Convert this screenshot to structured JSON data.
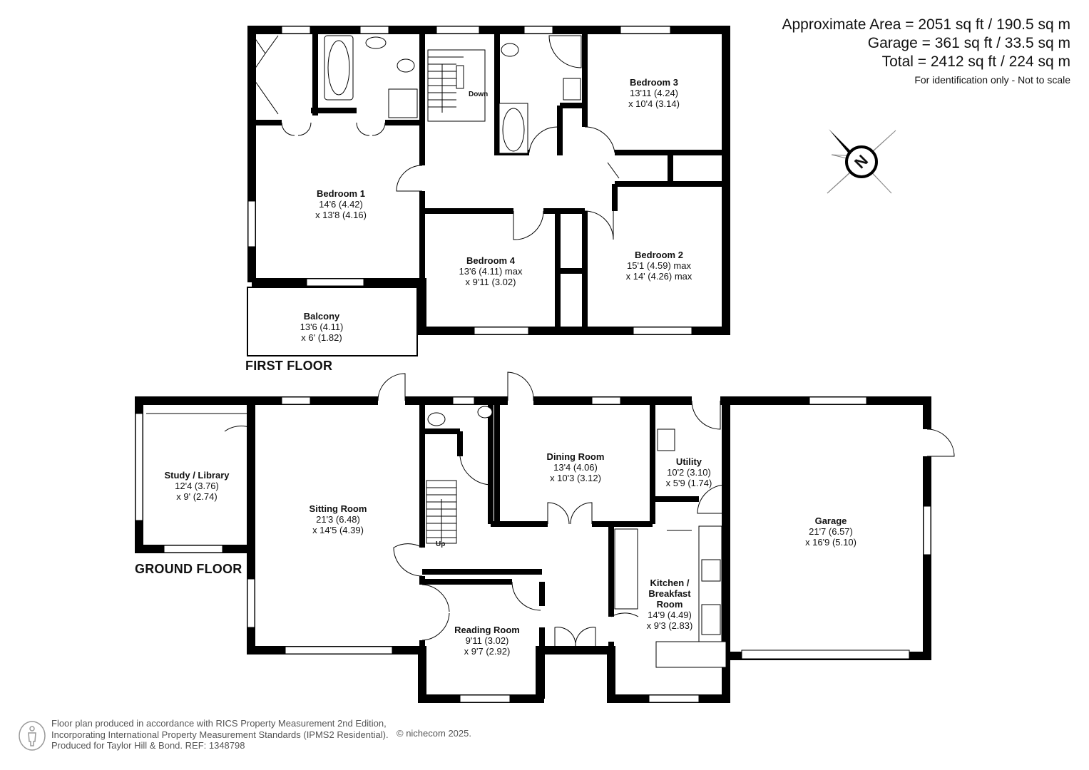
{
  "summary": {
    "approx_area": "Approximate Area = 2051 sq ft / 190.5 sq m",
    "garage": "Garage = 361 sq ft / 33.5 sq m",
    "total": "Total = 2412 sq ft / 224  sq m",
    "note": "For identification only - Not to scale"
  },
  "floors": {
    "first": "FIRST FLOOR",
    "ground": "GROUND FLOOR"
  },
  "stairs": {
    "down": "Down",
    "up": "Up"
  },
  "compass": {
    "label": "N",
    "icon": "compass-icon"
  },
  "rooms": {
    "bedroom1": {
      "name": "Bedroom 1",
      "dim1": "14'6 (4.42)",
      "dim2": "x 13'8 (4.16)"
    },
    "bedroom2": {
      "name": "Bedroom 2",
      "dim1": "15'1 (4.59) max",
      "dim2": "x 14' (4.26) max"
    },
    "bedroom3": {
      "name": "Bedroom 3",
      "dim1": "13'11 (4.24)",
      "dim2": "x 10'4 (3.14)"
    },
    "bedroom4": {
      "name": "Bedroom 4",
      "dim1": "13'6 (4.11) max",
      "dim2": "x 9'11 (3.02)"
    },
    "balcony": {
      "name": "Balcony",
      "dim1": "13'6 (4.11)",
      "dim2": "x 6' (1.82)"
    },
    "study": {
      "name": "Study / Library",
      "dim1": "12'4 (3.76)",
      "dim2": "x 9' (2.74)"
    },
    "sitting": {
      "name": "Sitting Room",
      "dim1": "21'3 (6.48)",
      "dim2": "x 14'5 (4.39)"
    },
    "dining": {
      "name": "Dining Room",
      "dim1": "13'4 (4.06)",
      "dim2": "x 10'3 (3.12)"
    },
    "utility": {
      "name": "Utility",
      "dim1": "10'2 (3.10)",
      "dim2": "x 5'9 (1.74)"
    },
    "garage": {
      "name": "Garage",
      "dim1": "21'7 (6.57)",
      "dim2": "x 16'9 (5.10)"
    },
    "kitchen": {
      "name": "Kitchen / Breakfast Room",
      "dim1": "14'9 (4.49)",
      "dim2": "x 9'3 (2.83)"
    },
    "reading": {
      "name": "Reading Room",
      "dim1": "9'11 (3.02)",
      "dim2": "x 9'7 (2.92)"
    }
  },
  "footer": {
    "line1": "Floor plan produced in accordance with RICS Property Measurement 2nd Edition,",
    "line2": "Incorporating International Property Measurement Standards (IPMS2 Residential).",
    "line3": "Produced for Taylor Hill & Bond.   REF:  1348798",
    "copyright": "© nichecom 2025."
  }
}
